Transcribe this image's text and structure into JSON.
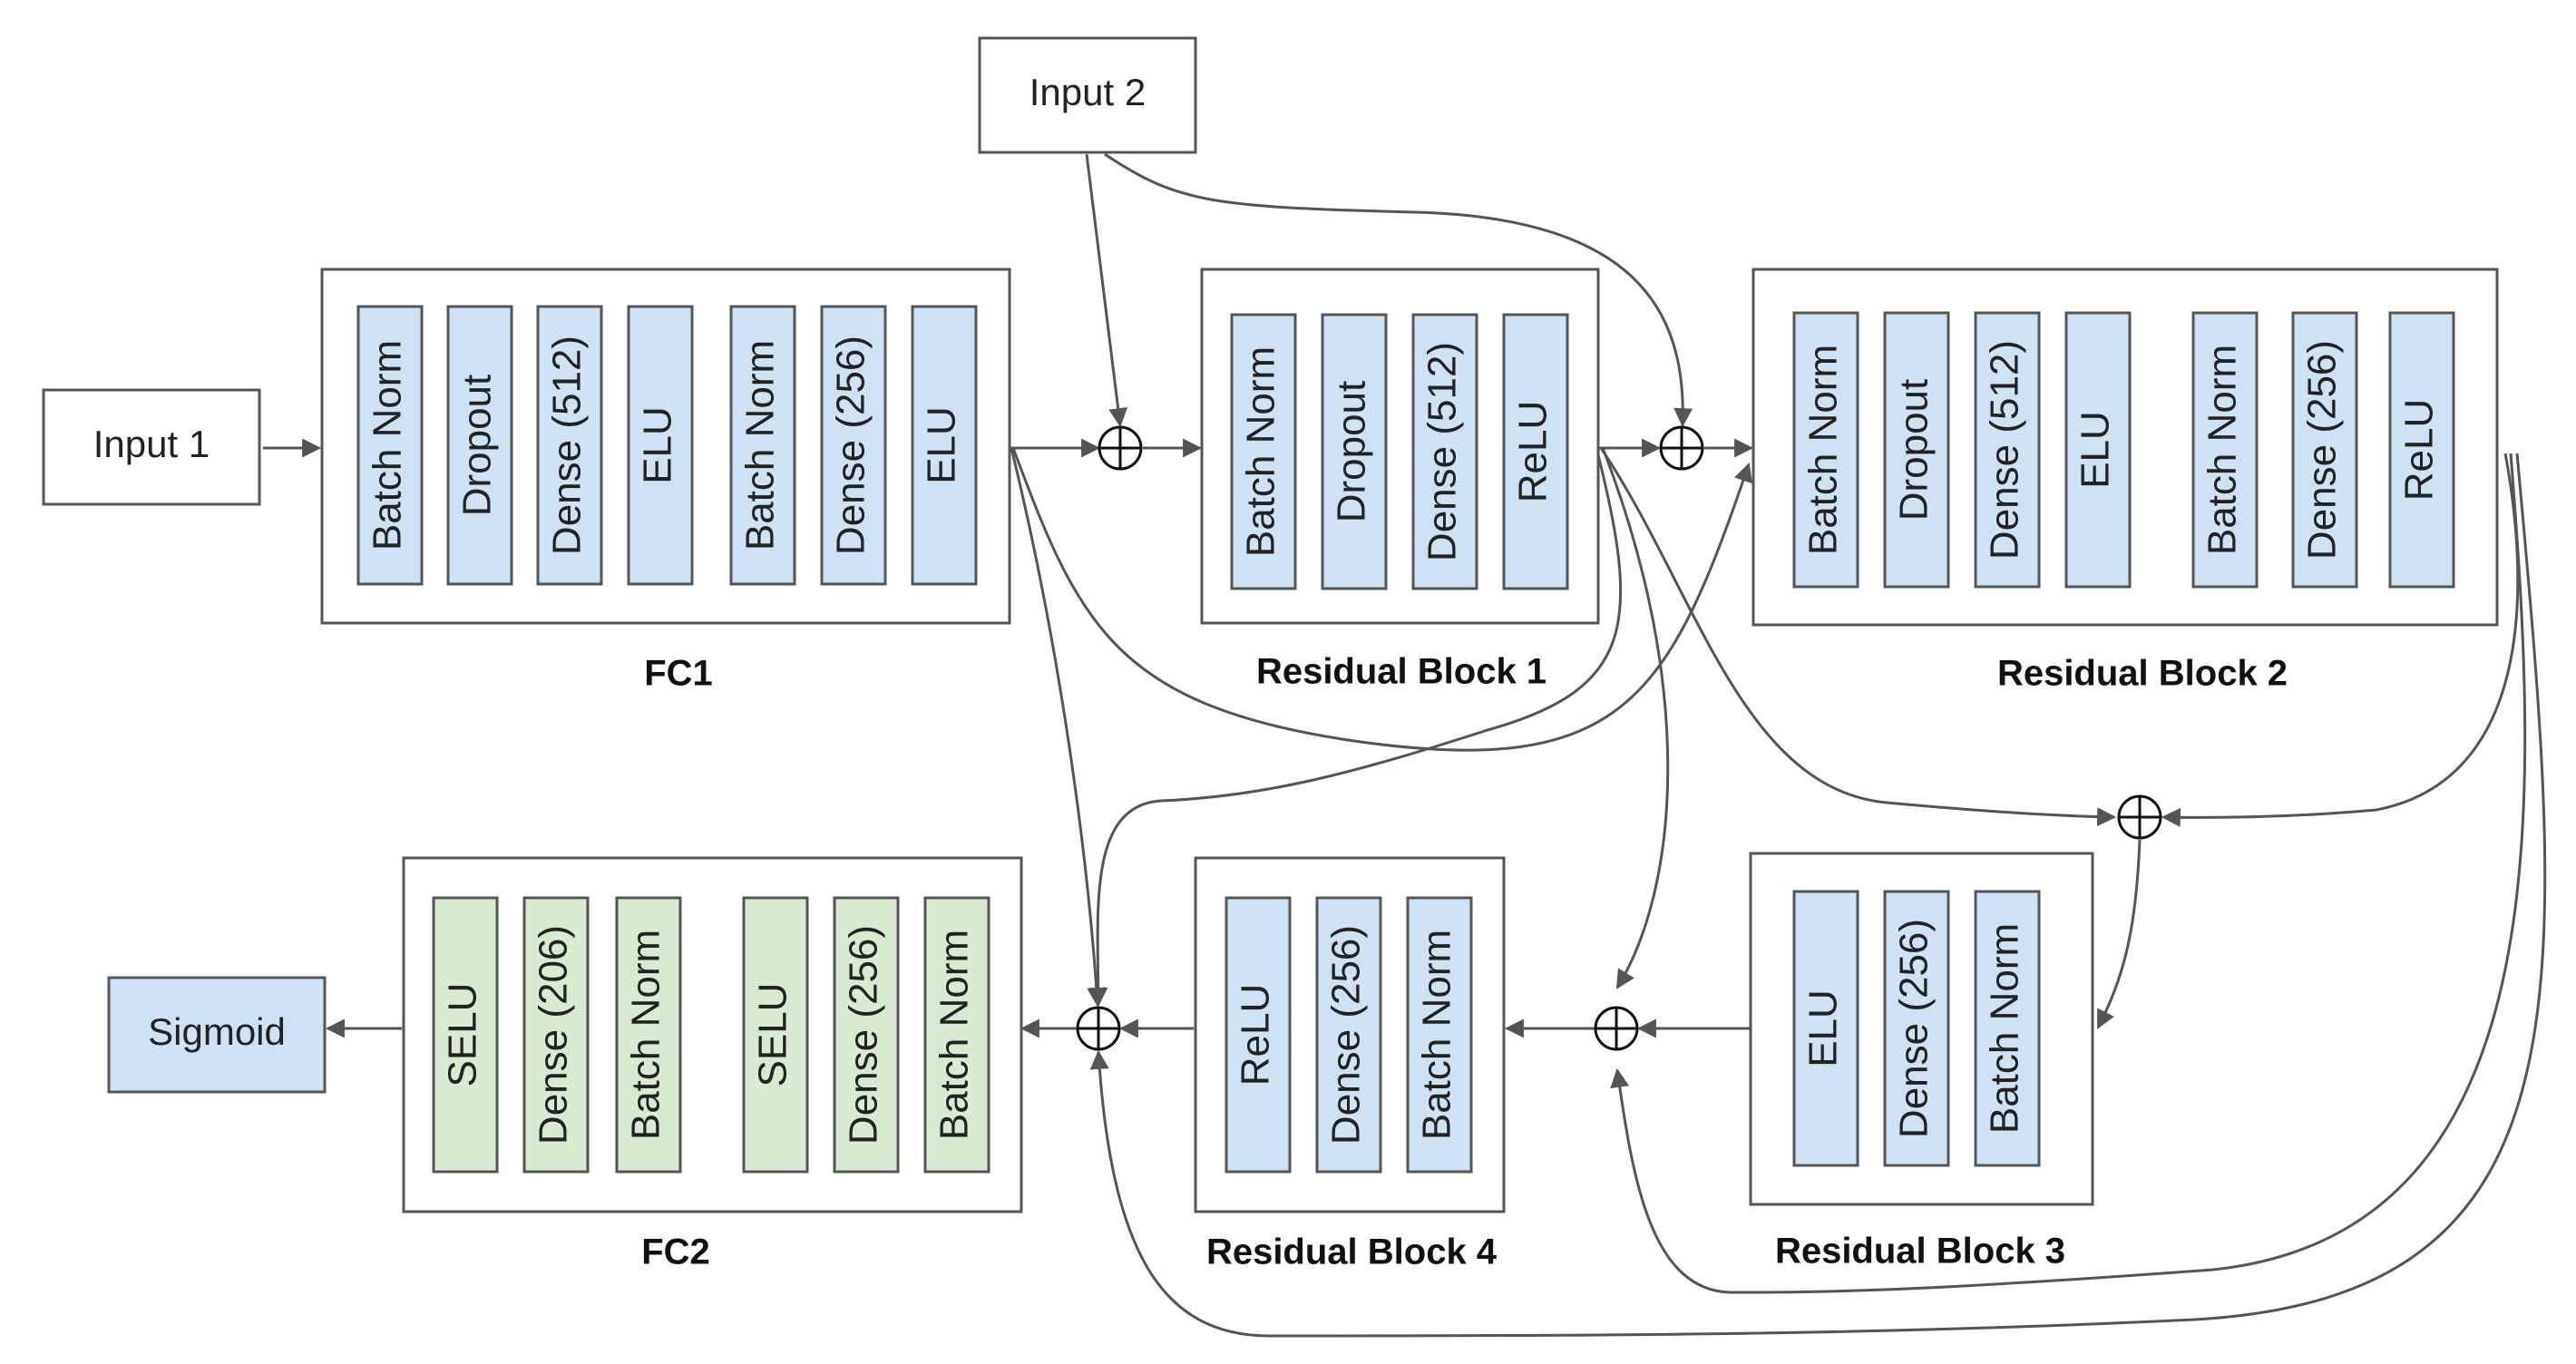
{
  "inputs": {
    "input1": "Input 1",
    "input2": "Input 2"
  },
  "output": {
    "label": "Sigmoid"
  },
  "blocks": {
    "fc1": {
      "title": "FC1",
      "layers": [
        "Batch Norm",
        "Dropout",
        "Dense (512)",
        "ELU",
        "Batch Norm",
        "Dense (256)",
        "ELU"
      ]
    },
    "res1": {
      "title": "Residual Block 1",
      "layers": [
        "Batch Norm",
        "Dropout",
        "Dense (512)",
        "ReLU"
      ]
    },
    "res2": {
      "title": "Residual Block 2",
      "layers": [
        "Batch Norm",
        "Dropout",
        "Dense (512)",
        "ELU",
        "Batch Norm",
        "Dense (256)",
        "ReLU"
      ]
    },
    "res3": {
      "title": "Residual Block 3",
      "layers": [
        "ELU",
        "Dense (256)",
        "Batch Norm"
      ]
    },
    "res4": {
      "title": "Residual Block 4",
      "layers": [
        "ReLU",
        "Dense (256)",
        "Batch Norm"
      ]
    },
    "fc2": {
      "title": "FC2",
      "layers": [
        "SELU",
        "Dense (206)",
        "Batch Norm",
        "SELU",
        "Dense (256)",
        "Batch Norm"
      ]
    }
  },
  "sum_symbol": "⊕",
  "colors": {
    "blue_layer": "#cfe2f3",
    "green_layer": "#d9ead3",
    "stroke": "#555555"
  }
}
